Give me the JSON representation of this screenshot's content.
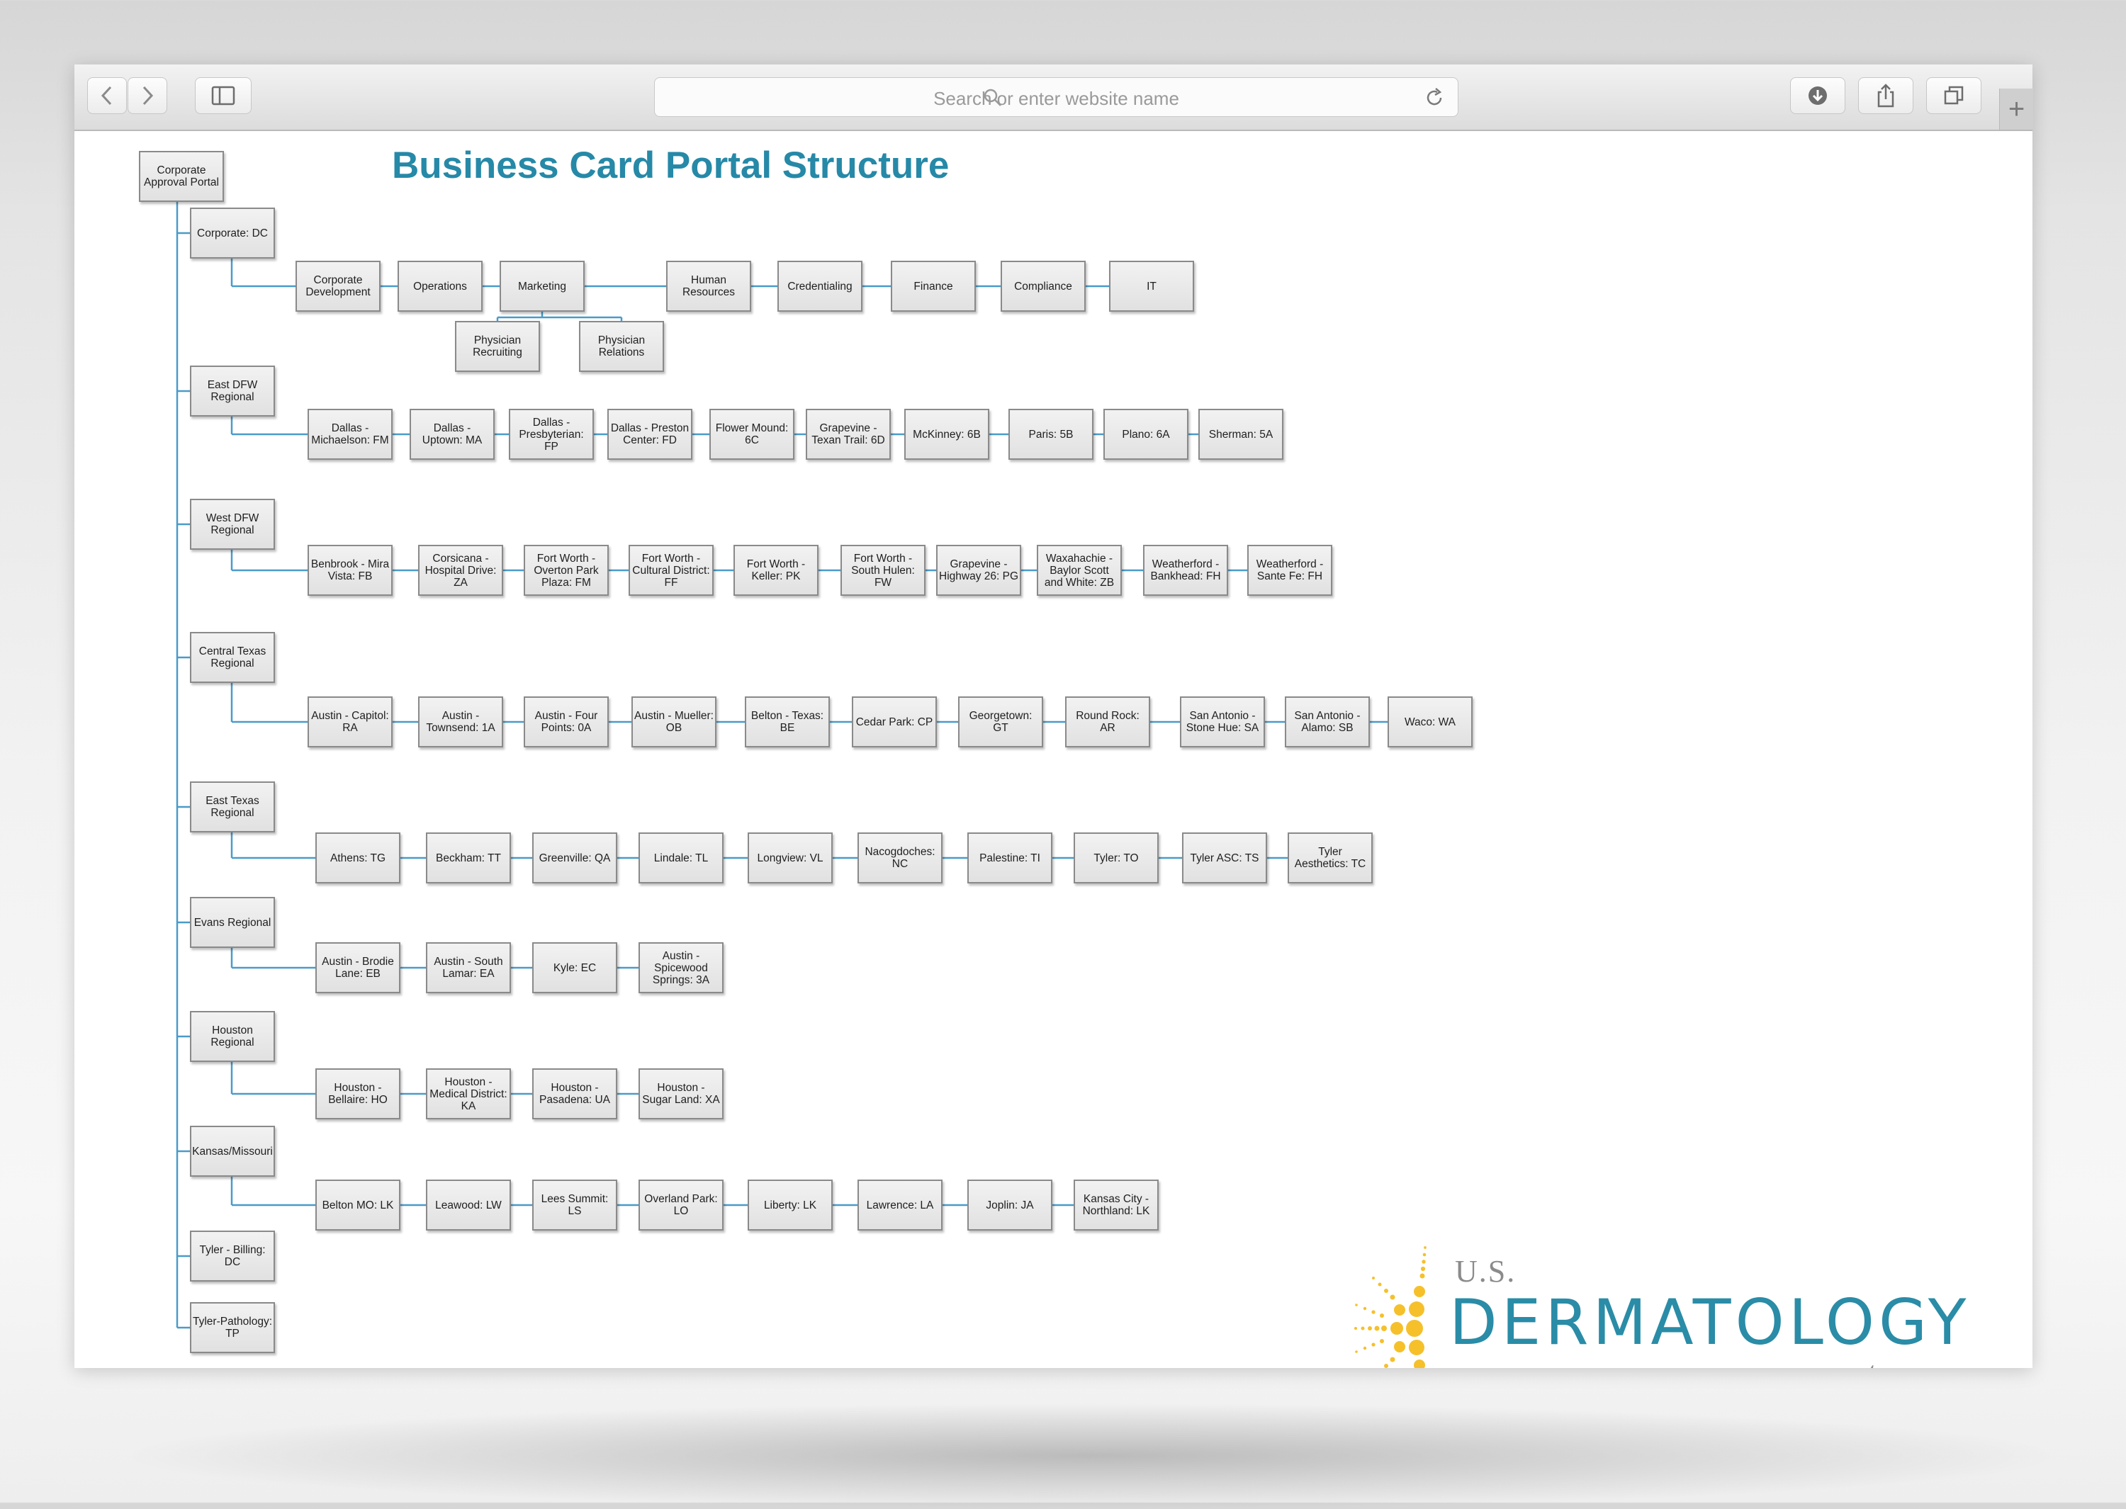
{
  "browser": {
    "search_placeholder": "Search or enter website name",
    "icons": [
      "chevron-left-icon",
      "chevron-right-icon",
      "sidebar-icon",
      "search-icon",
      "reload-icon",
      "download-icon",
      "share-icon",
      "tabs-icon",
      "plus-icon"
    ],
    "new_tab_label": "+"
  },
  "page": {
    "title": "Business Card Portal Structure",
    "accent_color": "#2689a7",
    "line_color": "#4a9bc9"
  },
  "org": {
    "root": "Corporate Approval Portal",
    "groups": [
      {
        "label": "Corporate: DC",
        "children": [
          "Corporate Development",
          "Operations",
          "Marketing",
          "Human Resources",
          "Credentialing",
          "Finance",
          "Compliance",
          "IT"
        ],
        "sub": [
          "Physician Recruiting",
          "Physician Relations"
        ]
      },
      {
        "label": "East DFW Regional",
        "children": [
          "Dallas - Michaelson: FM",
          "Dallas - Uptown: MA",
          "Dallas - Presbyterian: FP",
          "Dallas - Preston Center: FD",
          "Flower Mound: 6C",
          "Grapevine - Texan Trail: 6D",
          "McKinney: 6B",
          "Paris: 5B",
          "Plano: 6A",
          "Sherman: 5A"
        ]
      },
      {
        "label": "West DFW Regional",
        "children": [
          "Benbrook - Mira Vista: FB",
          "Corsicana - Hospital Drive: ZA",
          "Fort Worth - Overton Park Plaza: FM",
          "Fort Worth - Cultural District: FF",
          "Fort Worth - Keller: PK",
          "Fort Worth - South Hulen: FW",
          "Grapevine - Highway 26: PG",
          "Waxahachie - Baylor Scott and White: ZB",
          "Weatherford - Bankhead: FH",
          "Weatherford - Sante Fe: FH"
        ]
      },
      {
        "label": "Central Texas Regional",
        "children": [
          "Austin - Capitol: RA",
          "Austin - Townsend: 1A",
          "Austin - Four Points: 0A",
          "Austin - Mueller: OB",
          "Belton - Texas: BE",
          "Cedar Park: CP",
          "Georgetown: GT",
          "Round Rock: AR",
          "San Antonio - Stone Hue: SA",
          "San Antonio - Alamo: SB",
          "Waco: WA"
        ]
      },
      {
        "label": "East Texas Regional",
        "children": [
          "Athens: TG",
          "Beckham: TT",
          "Greenville: QA",
          "Lindale: TL",
          "Longview: VL",
          "Nacogdoches: NC",
          "Palestine: TI",
          "Tyler: TO",
          "Tyler ASC: TS",
          "Tyler Aesthetics: TC"
        ]
      },
      {
        "label": "Evans Regional",
        "children": [
          "Austin - Brodie Lane: EB",
          "Austin - South Lamar: EA",
          "Kyle: EC",
          "Austin - Spicewood Springs: 3A"
        ]
      },
      {
        "label": "Houston Regional",
        "children": [
          "Houston - Bellaire: HO",
          "Houston - Medical District: KA",
          "Houston - Pasadena: UA",
          "Houston - Sugar Land: XA"
        ]
      },
      {
        "label": "Kansas/Missouri",
        "children": [
          "Belton MO: LK",
          "Leawood: LW",
          "Lees Summit: LS",
          "Overland Park: LO",
          "Liberty: LK",
          "Lawrence: LA",
          "Joplin: JA",
          "Kansas City - Northland: LK"
        ]
      },
      {
        "label": "Tyler - Billing: DC",
        "children": []
      },
      {
        "label": "Tyler-Pathology: TP",
        "children": []
      }
    ]
  },
  "logo": {
    "line1": "U.S.",
    "line2": "DERMATOLOGY",
    "line3": "partners",
    "sun_color": "#f5c02a",
    "text_color": "#2a8ca7"
  }
}
